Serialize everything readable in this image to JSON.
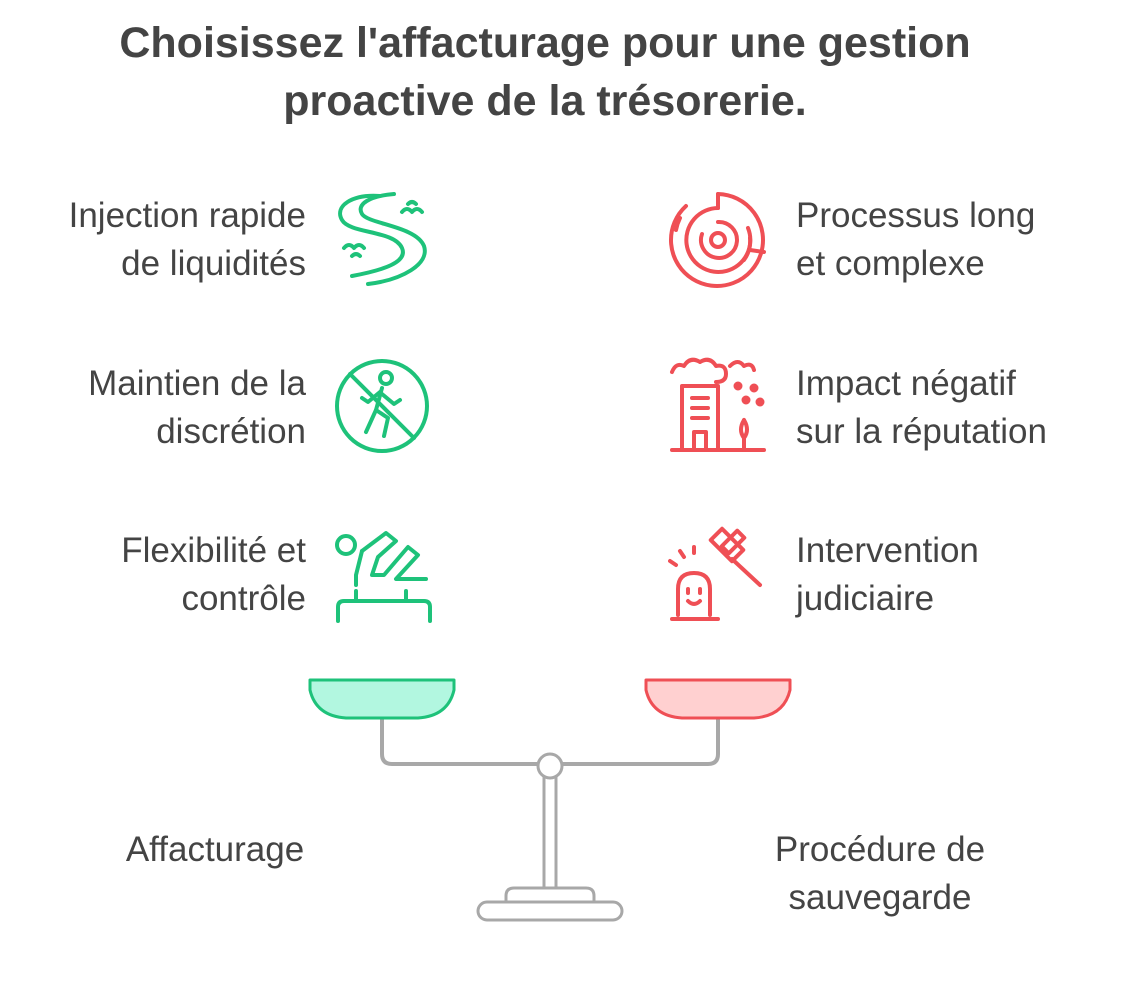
{
  "title": {
    "line1": "Choisissez l'affacturage pour une gestion",
    "line2": "proactive de la trésorerie."
  },
  "colors": {
    "text": "#444444",
    "positive": "#1ec27a",
    "negative": "#ef4f55",
    "positive_fill": "#b2f7e0",
    "negative_fill": "#ffd0d0",
    "neutral": "#a8a8a8"
  },
  "left": {
    "option": "Affacturage",
    "items": [
      {
        "line1": "Injection rapide",
        "line2": "de liquidités",
        "icon": "river-icon"
      },
      {
        "line1": "Maintien de la",
        "line2": "discrétion",
        "icon": "no-walking-icon"
      },
      {
        "line1": "Flexibilité et",
        "line2": "contrôle",
        "icon": "stretching-person-icon"
      }
    ]
  },
  "right": {
    "option_line1": "Procédure de",
    "option_line2": "sauvegarde",
    "items": [
      {
        "line1": "Processus long",
        "line2": "et complexe",
        "icon": "maze-icon"
      },
      {
        "line1": "Impact négatif",
        "line2": "sur la réputation",
        "icon": "polluted-building-icon"
      },
      {
        "line1": "Intervention",
        "line2": "judiciaire",
        "icon": "gavel-icon"
      }
    ]
  }
}
